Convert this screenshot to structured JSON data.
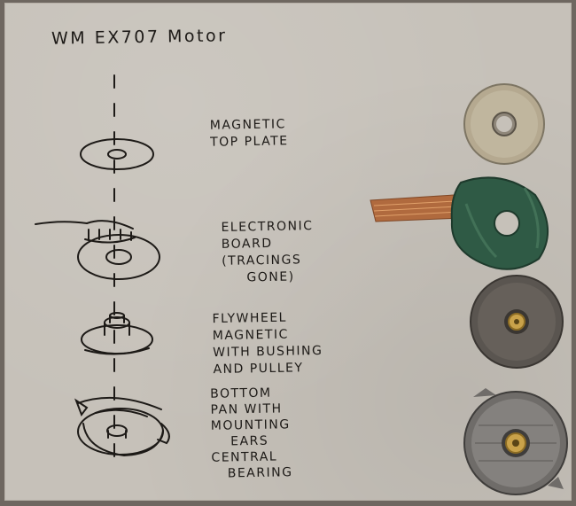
{
  "title": "WM EX707 Motor",
  "labels": {
    "top_plate": [
      "MAGNETIC",
      "TOP PLATE"
    ],
    "board": [
      "ELECTRONIC",
      "BOARD",
      "(TRACINGS",
      "GONE)"
    ],
    "flywheel": [
      "FLYWHEEL",
      "MAGNETIC",
      "WITH BUSHING",
      "AND PULLEY"
    ],
    "bottom_pan": [
      "BOTTOM",
      "PAN WITH",
      "MOUNTING",
      "EARS",
      "CENTRAL",
      "BEARING"
    ]
  },
  "colors": {
    "cardboard": "#c6c1b9",
    "ink": "#1d1a17",
    "plate_metal": "#b5a990",
    "pcb_green": "#2f5a45",
    "ribbon_copper": "#b06a3e",
    "flywheel_grey": "#5a5550",
    "pan_steel": "#6f6c69",
    "bearing_brass": "#c9a24a"
  }
}
